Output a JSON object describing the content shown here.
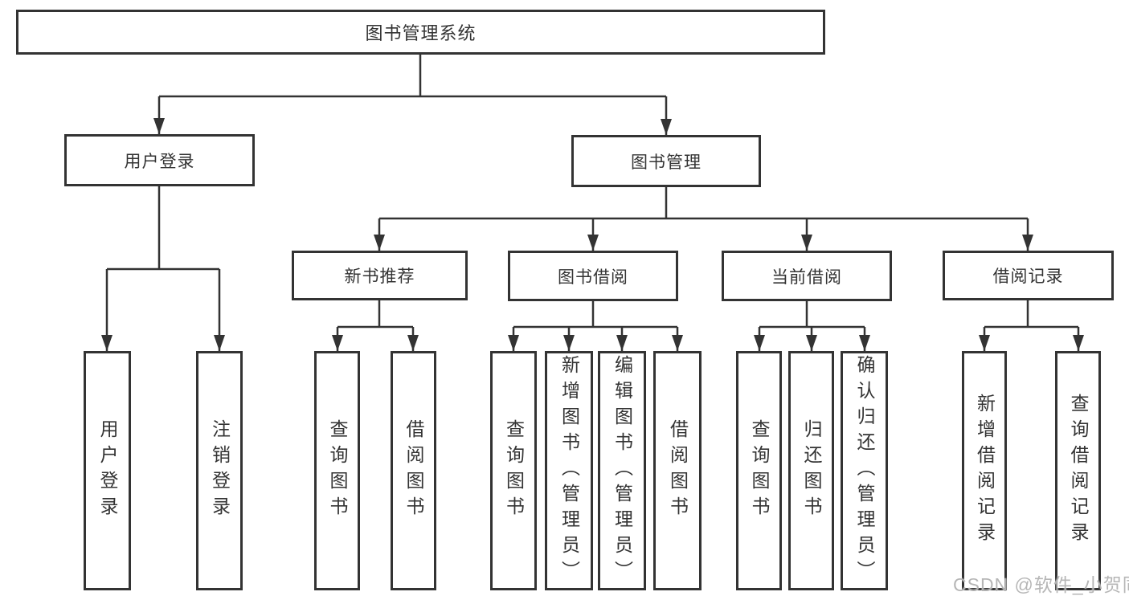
{
  "tree": {
    "label": "图书管理系统",
    "children": [
      {
        "label": "用户登录",
        "children": [
          {
            "label": "用户登录"
          },
          {
            "label": "注销登录"
          }
        ]
      },
      {
        "label": "图书管理",
        "children": [
          {
            "label": "新书推荐",
            "children": [
              {
                "label": "查询图书"
              },
              {
                "label": "借阅图书"
              }
            ]
          },
          {
            "label": "图书借阅",
            "children": [
              {
                "label": "查询图书"
              },
              {
                "label": "新增图书（管理员）"
              },
              {
                "label": "编辑图书（管理员）"
              },
              {
                "label": "借阅图书"
              }
            ]
          },
          {
            "label": "当前借阅",
            "children": [
              {
                "label": "查询图书"
              },
              {
                "label": "归还图书"
              },
              {
                "label": "确认归还（管理员）"
              }
            ]
          },
          {
            "label": "借阅记录",
            "children": [
              {
                "label": "新增借阅记录"
              },
              {
                "label": "查询借阅记录"
              }
            ]
          }
        ]
      }
    ]
  },
  "watermark": "CSDN @软件_小贺同学",
  "colors": {
    "line": "#333333",
    "box_border": "#333333",
    "text": "#333333",
    "background": "#ffffff",
    "watermark": "#b2b2b2"
  }
}
